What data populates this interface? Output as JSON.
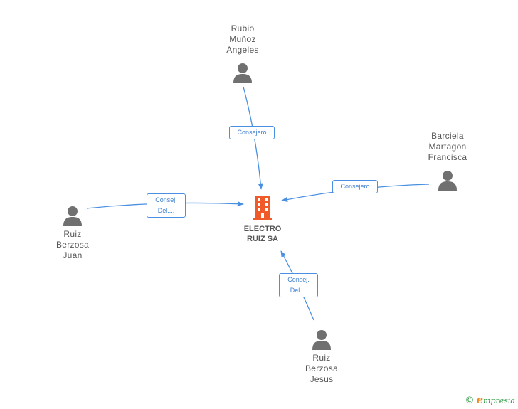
{
  "company": {
    "name_line1": "ELECTRO",
    "name_line2": "RUIZ SA",
    "icon": "building-icon",
    "color": "#f05a28"
  },
  "people": [
    {
      "id": "rubio",
      "lines": [
        "Rubio",
        "Muñoz",
        "Angeles"
      ],
      "icon": "person-icon"
    },
    {
      "id": "barciela",
      "lines": [
        "Barciela",
        "Martagon",
        "Francisca"
      ],
      "icon": "person-icon"
    },
    {
      "id": "ruiz-juan",
      "lines": [
        "Ruiz",
        "Berzosa",
        "Juan"
      ],
      "icon": "person-icon"
    },
    {
      "id": "ruiz-jesus",
      "lines": [
        "Ruiz",
        "Berzosa",
        "Jesus"
      ],
      "icon": "person-icon"
    }
  ],
  "roles": {
    "rubio": [
      "Consejero"
    ],
    "barciela": [
      "Consejero"
    ],
    "ruiz_juan": [
      "Consej.",
      "Del...."
    ],
    "ruiz_jesus": [
      "Consej.",
      "Del...."
    ]
  },
  "colors": {
    "edge": "#4a90e2",
    "person": "#707070",
    "text": "#555555"
  },
  "brand": {
    "copyright": "©",
    "initial": "e",
    "rest": "mpresia"
  }
}
